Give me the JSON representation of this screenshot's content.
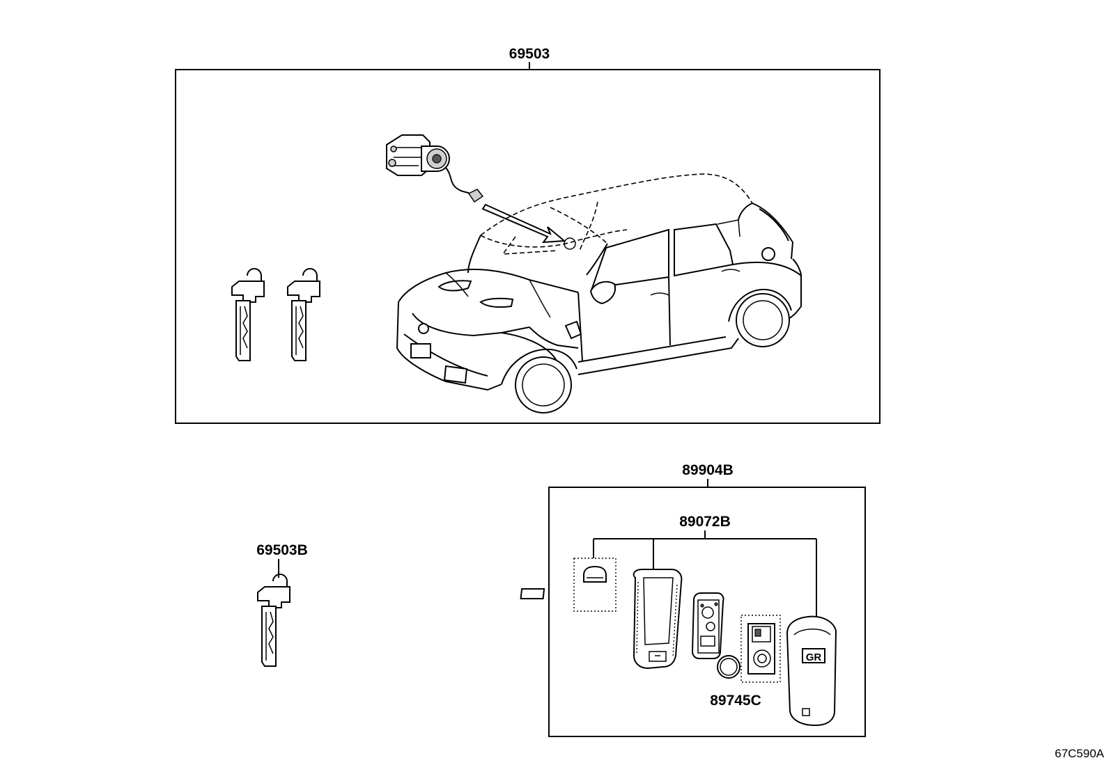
{
  "diagram": {
    "part_labels": {
      "p69503": "69503",
      "p69503B": "69503B",
      "p89904B": "89904B",
      "p89072B": "89072B",
      "p89745C": "89745C"
    },
    "figure_code": "67C590A",
    "fob_badge": "GR"
  }
}
